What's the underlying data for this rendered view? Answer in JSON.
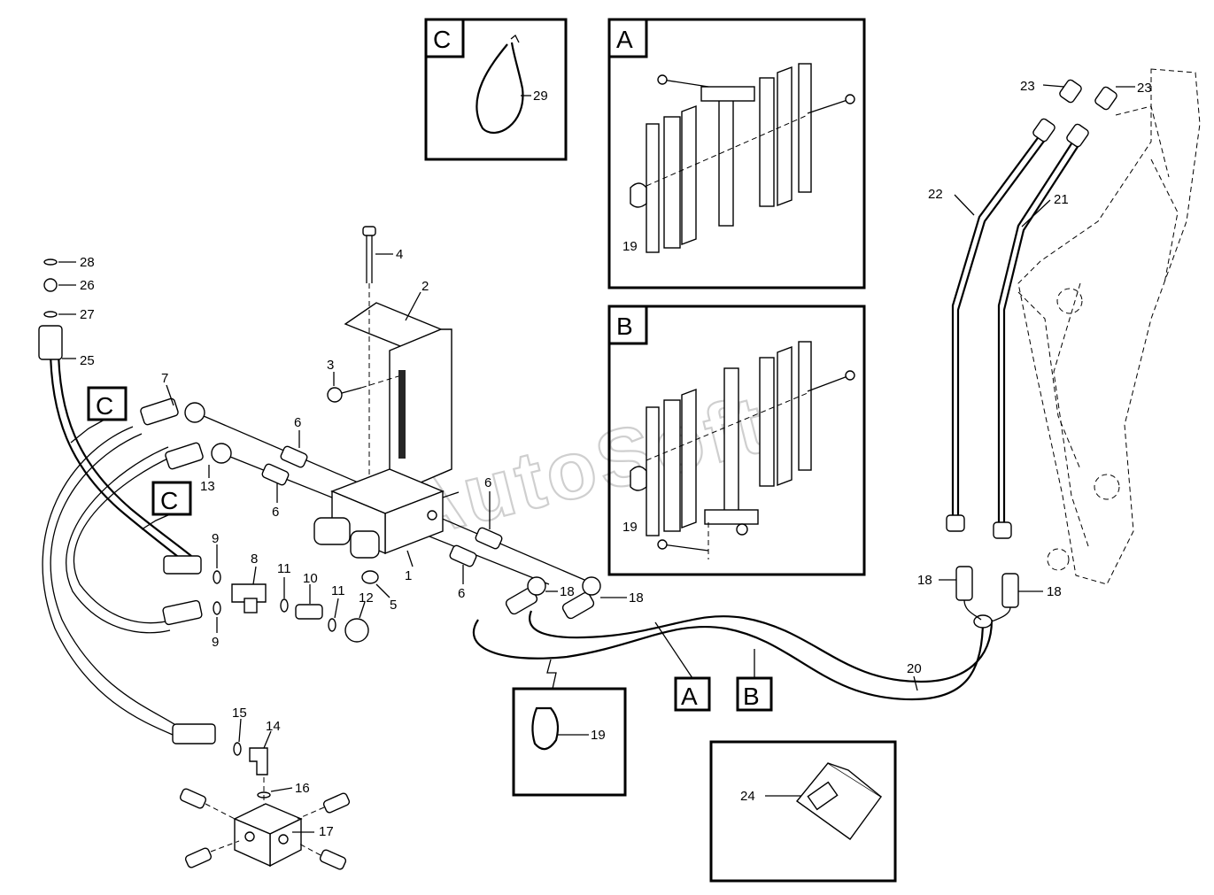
{
  "watermark": "AutoSoft",
  "callouts": {
    "c_top": "C",
    "c_left": "C",
    "c_mid": "C",
    "a_box": "A",
    "b_box": "B",
    "a_label": "A",
    "b_label": "B"
  },
  "parts": {
    "p1": "1",
    "p2": "2",
    "p3": "3",
    "p4": "4",
    "p5": "5",
    "p6a": "6",
    "p6b": "6",
    "p6c": "6",
    "p6d": "6",
    "p7": "7",
    "p8": "8",
    "p9a": "9",
    "p9b": "9",
    "p10": "10",
    "p11a": "11",
    "p11b": "11",
    "p12": "12",
    "p13": "13",
    "p14": "14",
    "p15": "15",
    "p16": "16",
    "p17": "17",
    "p18a": "18",
    "p18b": "18",
    "p18c": "18",
    "p18d": "18",
    "p19a": "19",
    "p19b": "19",
    "p19c": "19",
    "p20": "20",
    "p21": "21",
    "p22": "22",
    "p23a": "23",
    "p23b": "23",
    "p24": "24",
    "p25": "25",
    "p26": "26",
    "p27": "27",
    "p28": "28",
    "p29": "29"
  }
}
